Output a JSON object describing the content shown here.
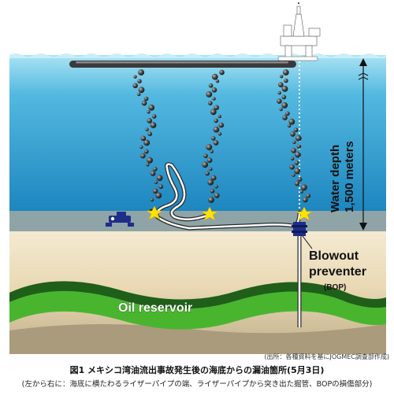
{
  "labels": {
    "water_depth_line1": "Water depth",
    "water_depth_line2": "1,500 meters",
    "blowout_line1": "Blowout",
    "blowout_line2": "preventer",
    "bop_abbrev": "(BOP)",
    "oil_reservoir": "Oil reservoir"
  },
  "caption": {
    "credit": "(出所：各種資料を基にJOGMEC調査部作成)",
    "title": "図1 メキシコ湾油流出事故発生後の海底からの漏油箇所(5月3日)",
    "subtitle": "(左から右に：海底に横たわるライザーパイプの端、ライザーパイプから突き出た掘管、BOPの損傷部分)"
  },
  "colors": {
    "sky": "#ffffff",
    "sea_surface": "#8fd6ee",
    "sea_deep": "#1e8fc6",
    "seafloor_band": "#8ea3a6",
    "sediment": "#efe3c6",
    "reservoir_dark": "#1f5f1a",
    "reservoir_green": "#46b12e",
    "deep_rock": "#b9ad92",
    "leak_star": "#ffe400",
    "pipe_outline": "#2b2b2b",
    "pipe_fill": "#ffffff",
    "bop": "#1f2d8a"
  },
  "icons": [
    "drilling-rig-icon",
    "oil-slick",
    "riser-pipe",
    "rov-icon",
    "blowout-preventer-icon",
    "leak-star-icon",
    "oil-droplets"
  ]
}
